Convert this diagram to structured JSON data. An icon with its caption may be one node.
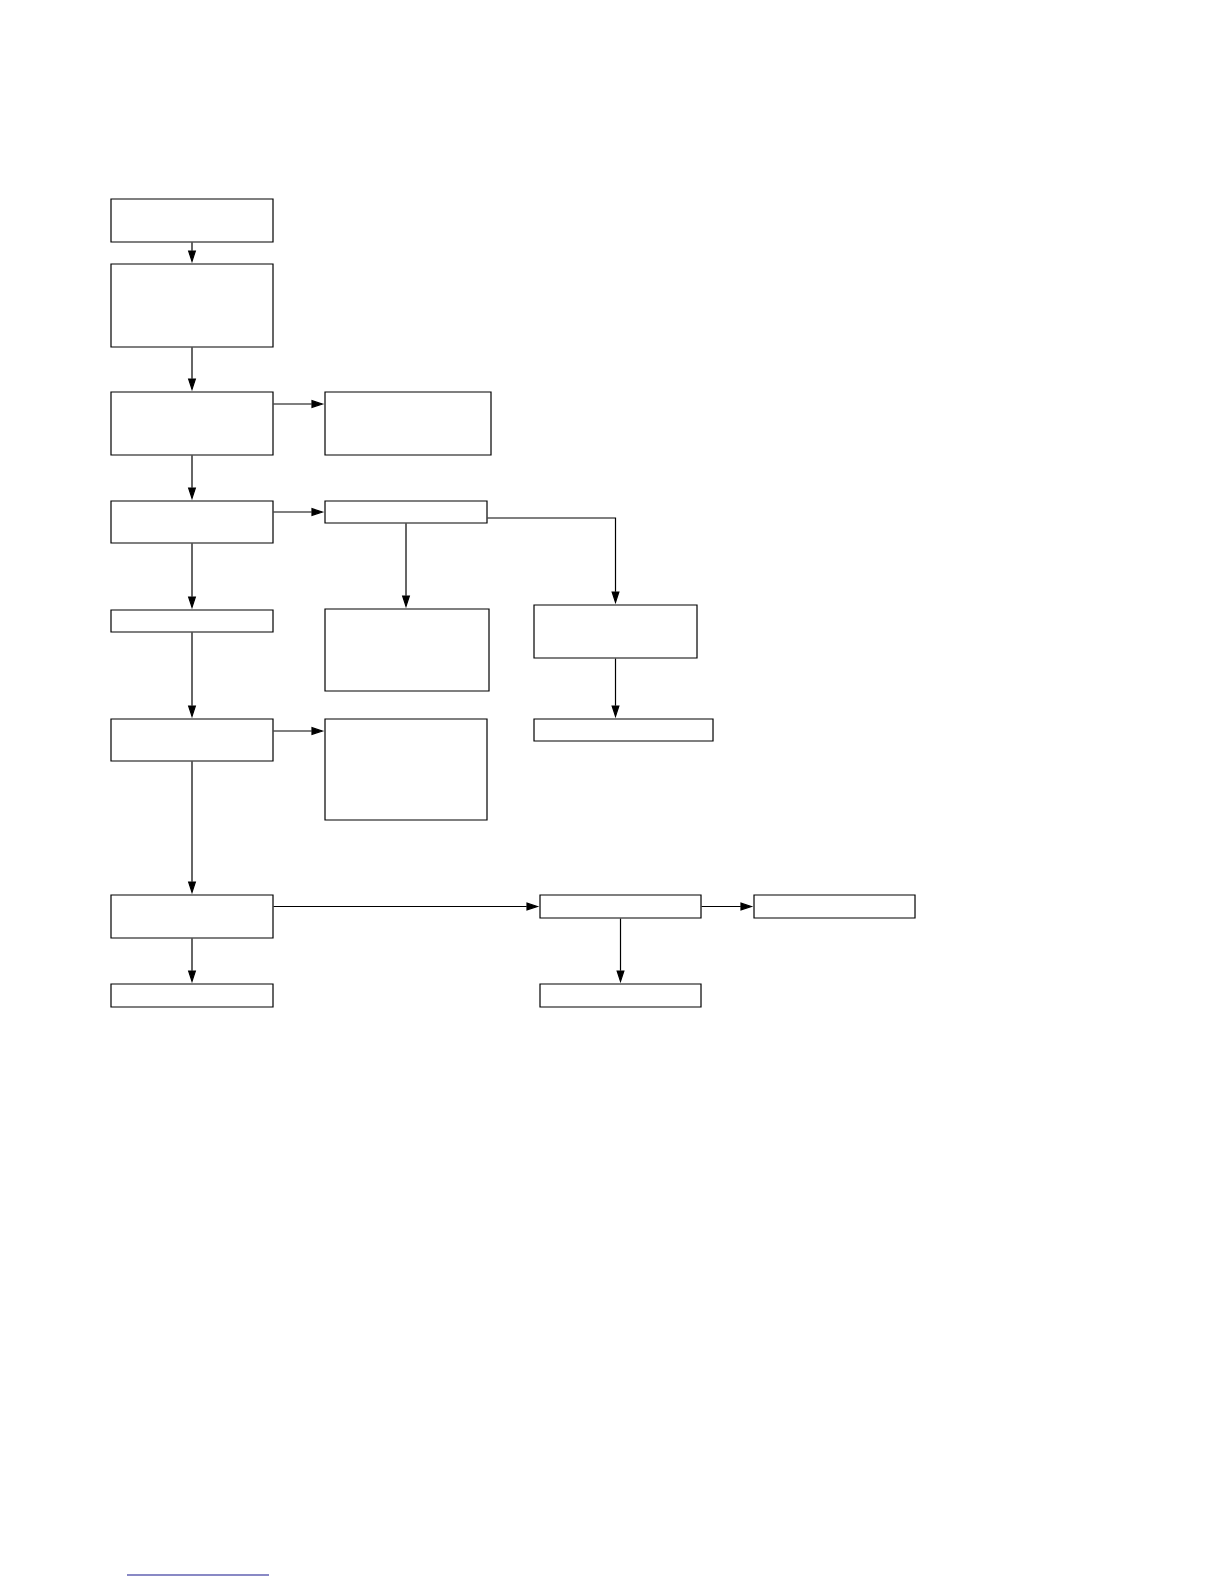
{
  "diagram": {
    "nodes": [
      {
        "text": [],
        "shape": "box"
      },
      {
        "text": [],
        "shape": "box"
      },
      {
        "text": [],
        "shape": "box"
      },
      {
        "text": [],
        "shape": "box"
      },
      {
        "text": [],
        "shape": "box"
      },
      {
        "text": [],
        "shape": "box"
      },
      {
        "text": [],
        "shape": "box"
      },
      {
        "text": [],
        "shape": "box"
      },
      {
        "text": [],
        "shape": "box"
      },
      {
        "text": [],
        "shape": "box"
      },
      {
        "text": [],
        "shape": "box"
      },
      {
        "text": [],
        "shape": "box"
      },
      {
        "text": [],
        "shape": "box"
      },
      {
        "text": [],
        "shape": "box"
      },
      {
        "text": [],
        "shape": "box"
      },
      {
        "text": [],
        "shape": "box"
      },
      {
        "text": [],
        "shape": "box"
      }
    ],
    "edges": [
      {
        "from": 0,
        "to": 1,
        "arrow": "to"
      },
      {
        "from": 1,
        "to": 2,
        "arrow": "to"
      },
      {
        "from": 2,
        "to": 3,
        "arrow": "to"
      },
      {
        "from": 2,
        "to": 4,
        "arrow": "to"
      },
      {
        "from": 4,
        "to": 5,
        "arrow": "to"
      },
      {
        "from": 4,
        "to": 6,
        "arrow": "to"
      },
      {
        "from": 5,
        "to": 7,
        "arrow": "to"
      },
      {
        "from": 5,
        "to": 8,
        "arrow": "to"
      },
      {
        "from": 8,
        "to": 11,
        "arrow": "to"
      },
      {
        "from": 6,
        "to": 9,
        "arrow": "to"
      },
      {
        "from": 9,
        "to": 10,
        "arrow": "to"
      },
      {
        "from": 9,
        "to": 12,
        "arrow": "to"
      },
      {
        "from": 12,
        "to": 13,
        "arrow": "to"
      },
      {
        "from": 13,
        "to": 14,
        "arrow": "to"
      },
      {
        "from": 12,
        "to": 15,
        "arrow": "to"
      },
      {
        "from": 13,
        "to": 16,
        "arrow": "to"
      }
    ]
  }
}
